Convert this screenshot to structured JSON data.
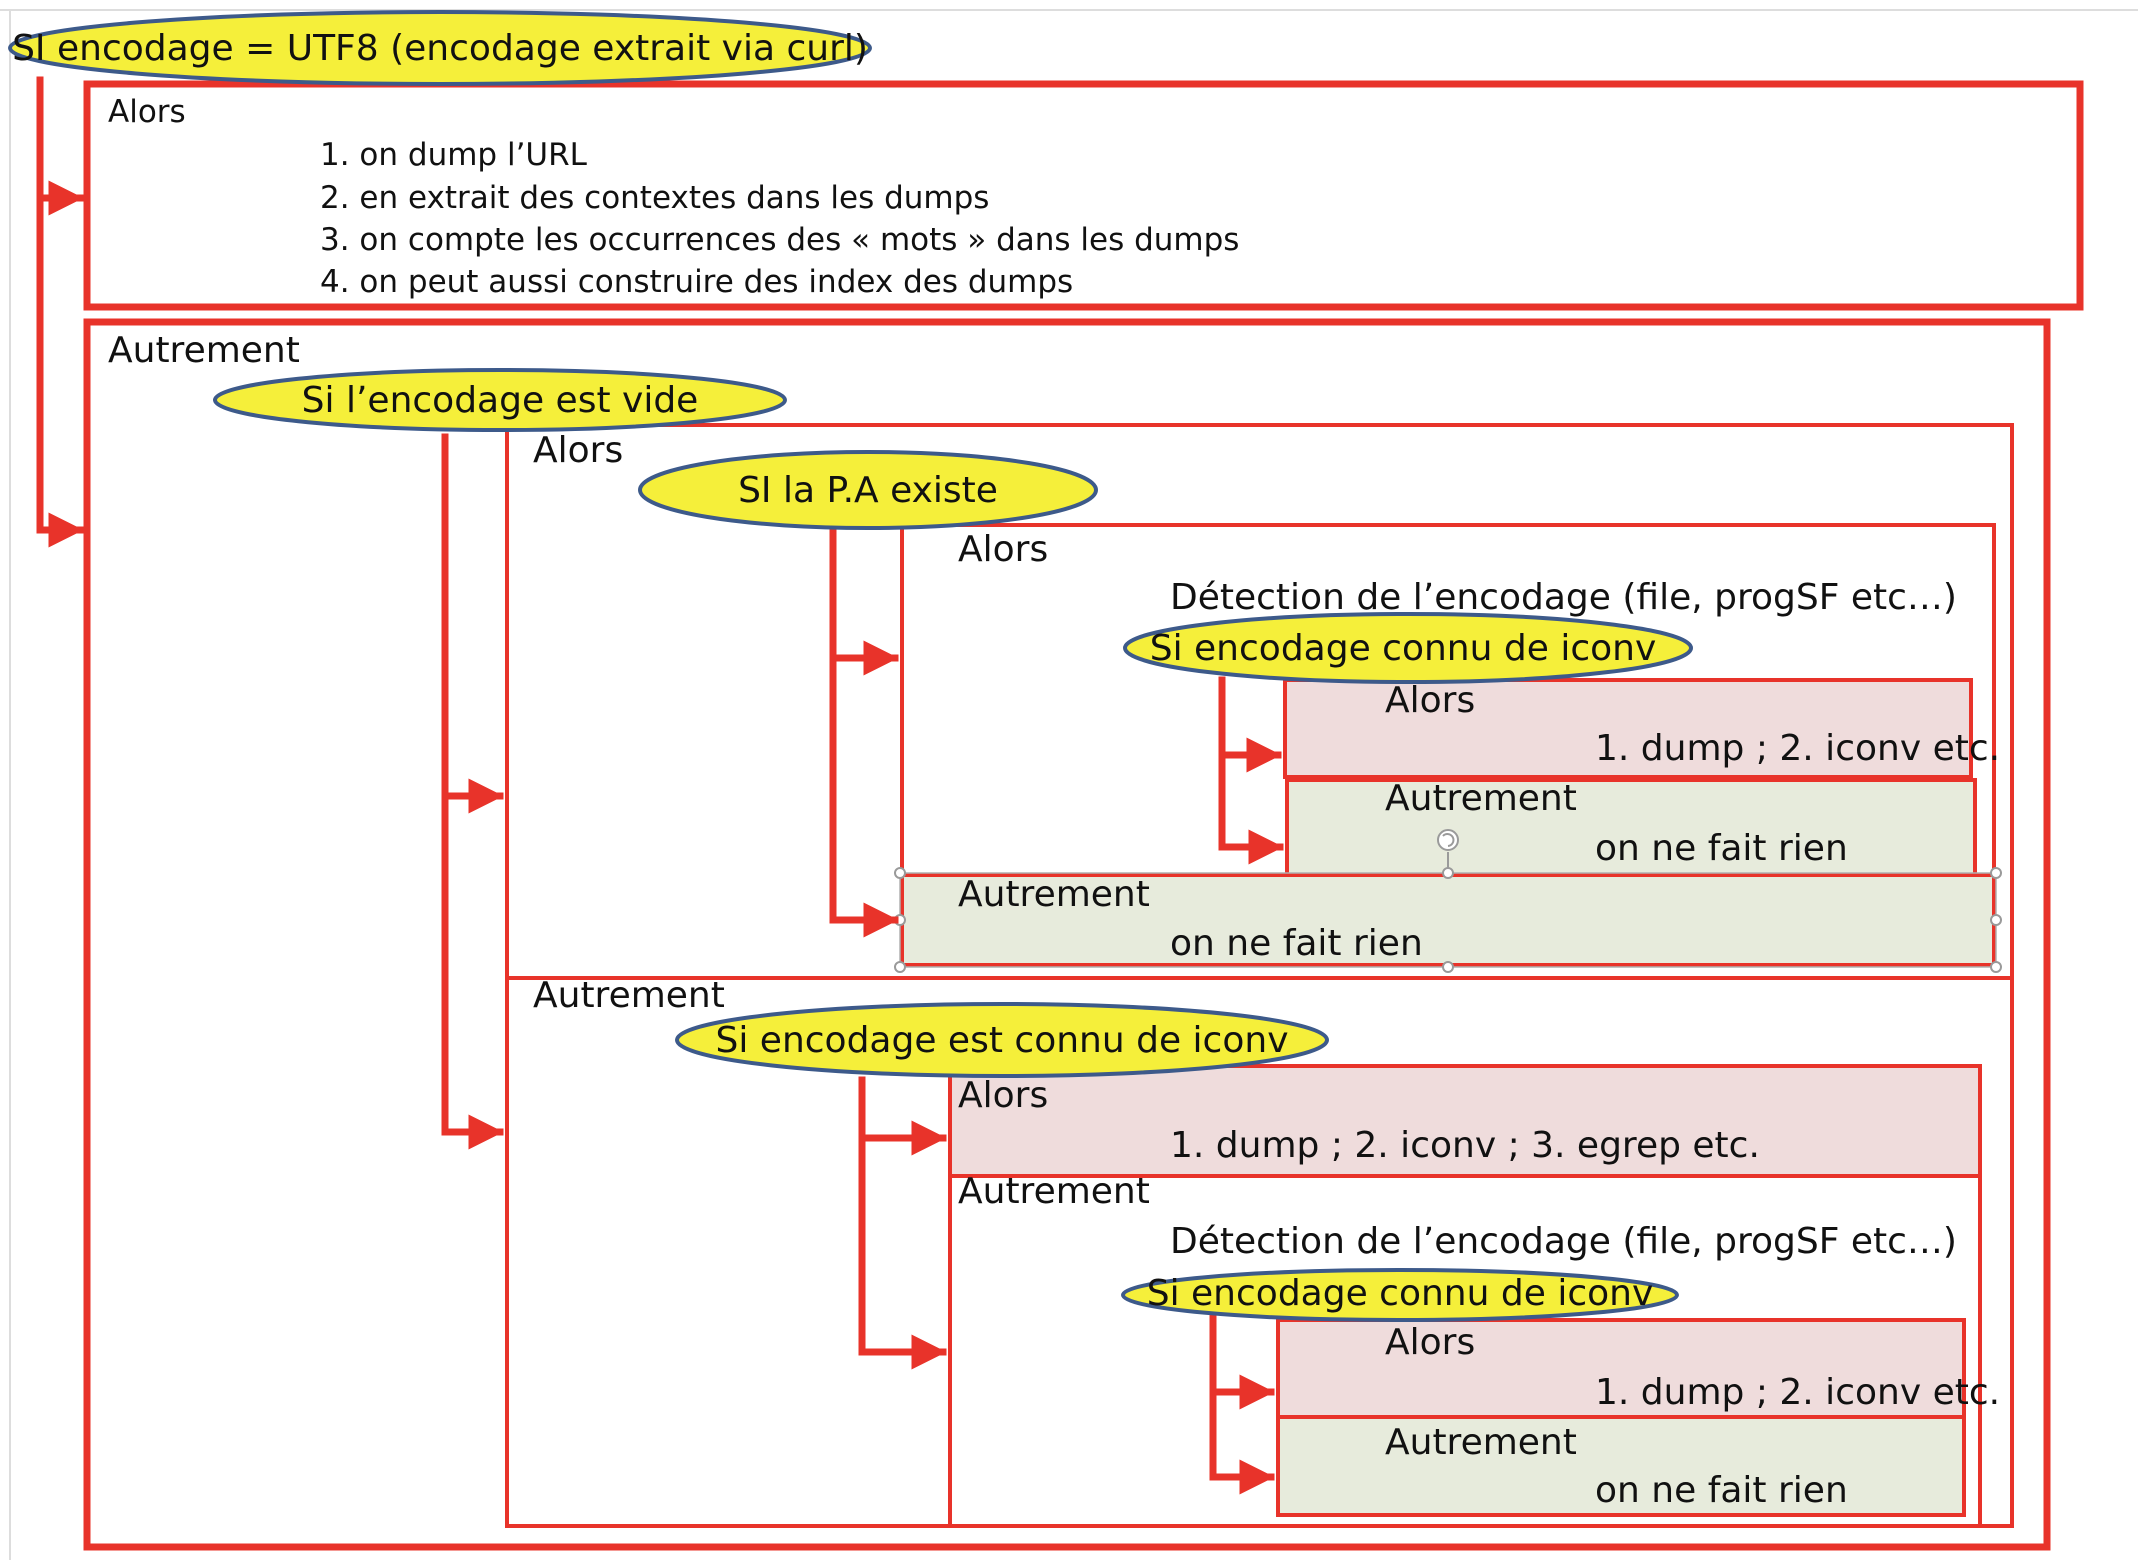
{
  "colors": {
    "frame": "#e8332a",
    "ellipse_fill": "#f5ef3a",
    "ellipse_stroke": "#3d5a8a",
    "pink_fill": "#efdcdc",
    "green_fill": "#e7ebdc",
    "handle": "#9a9a9a"
  },
  "top_condition": "SI encodage = UTF8 (encodage extrait via curl)",
  "block1": {
    "then_label": "Alors",
    "steps": [
      "1. on dump l’URL",
      "2. en extrait des contextes dans les dumps",
      "3. on compte les occurrences des « mots » dans les dumps",
      "4. on peut aussi construire des index des dumps"
    ]
  },
  "block2": {
    "else_label": "Autrement",
    "condition": "Si l’encodage est vide",
    "then_branch": {
      "then_label": "Alors",
      "condition": "SI la P.A existe",
      "then_label_inner": "Alors",
      "detection_text": "Détection de l’encodage (file, progSF etc…)",
      "iconv_condition": "Si encodage connu de iconv",
      "iconv_then_label": "Alors",
      "iconv_then_text": "1. dump ; 2. iconv etc.",
      "iconv_else_label": "Autrement",
      "iconv_else_text": "on ne fait rien",
      "pa_else_label": "Autrement",
      "pa_else_text": "on ne fait rien"
    },
    "else_branch": {
      "else_label": "Autrement",
      "condition": "Si encodage est connu de iconv",
      "then_label": "Alors",
      "then_text": "1. dump ; 2. iconv ; 3. egrep etc.",
      "else_label_inner": "Autrement",
      "detection_text": "Détection de l’encodage (file, progSF etc…)",
      "iconv_condition": "Si encodage connu de iconv",
      "iconv_then_label": "Alors",
      "iconv_then_text": "1. dump ; 2. iconv etc.",
      "iconv_else_label": "Autrement",
      "iconv_else_text": "on ne fait rien"
    }
  }
}
